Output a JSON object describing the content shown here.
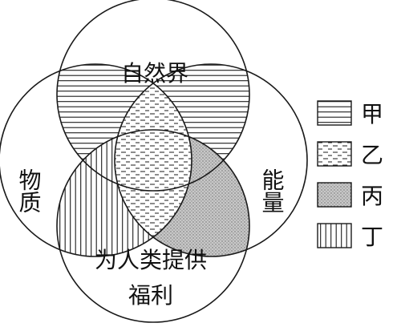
{
  "circles": {
    "top": "自然界",
    "left": "物质",
    "right": "能量",
    "bottom_line1": "为人类提供",
    "bottom_line2": "福利"
  },
  "legend": [
    {
      "label": "甲",
      "pattern": "horizontal-lines"
    },
    {
      "label": "乙",
      "pattern": "dashes"
    },
    {
      "label": "丙",
      "pattern": "dots-gray"
    },
    {
      "label": "丁",
      "pattern": "vertical-lines"
    }
  ],
  "colors": {
    "stroke": "#1a1a1a",
    "gray_fill": "#c8c8c8"
  }
}
